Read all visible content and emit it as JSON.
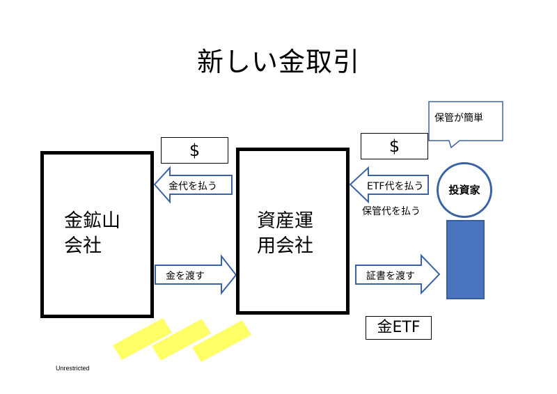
{
  "title": "新しい金取引",
  "entities": {
    "mining_company": "金鉱山\n会社",
    "asset_manager": "資産運\n用会社",
    "investor": "投資家"
  },
  "labels": {
    "dollar_1": "$",
    "dollar_2": "$",
    "arrow_pay_gold": "金代を払う",
    "arrow_give_gold": "金を渡す",
    "arrow_pay_etf": "ETF代を払う",
    "storage_fee": "保管代を払う",
    "arrow_give_certificate": "証書を渡す",
    "callout_storage": "保管が簡単",
    "gold_etf": "金ETF"
  },
  "footer": "Unrestricted",
  "colors": {
    "arrow_stroke": "#3a62a5",
    "investor_fill": "#4a74bd",
    "highlight": "#ffff66"
  }
}
